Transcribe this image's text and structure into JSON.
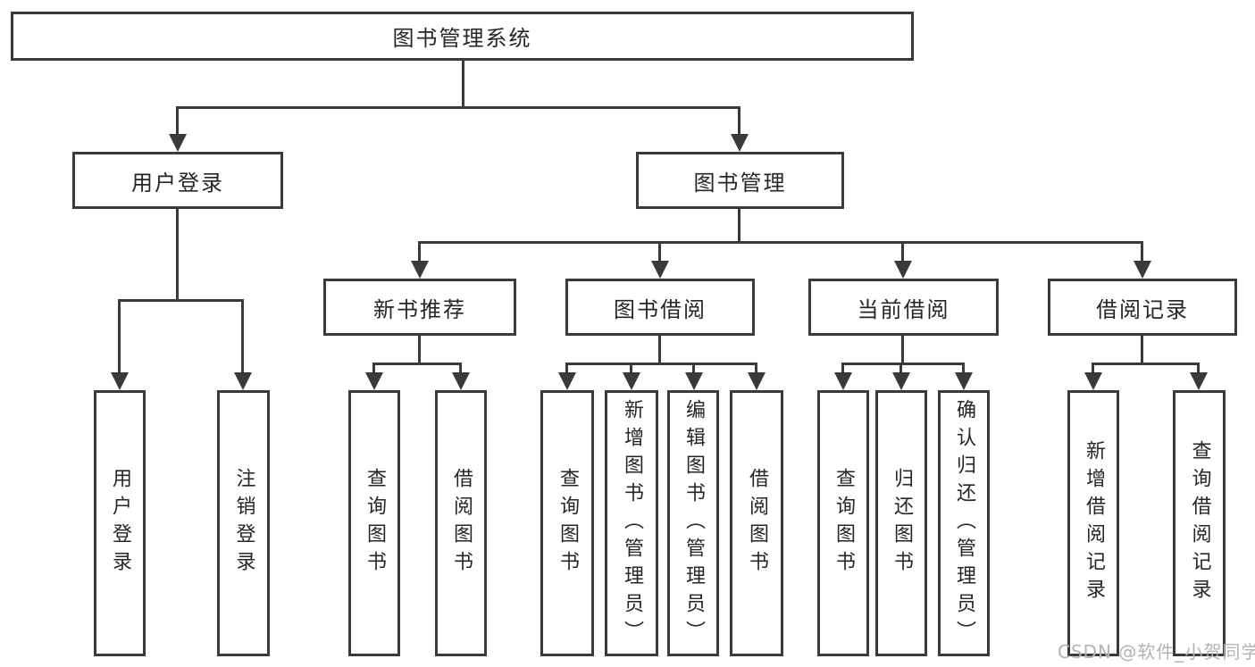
{
  "tree": {
    "label": "图书管理系统",
    "children": [
      {
        "label": "用户登录",
        "children": [
          {
            "label": "用户登录"
          },
          {
            "label": "注销登录"
          }
        ]
      },
      {
        "label": "图书管理",
        "children": [
          {
            "label": "新书推荐",
            "children": [
              {
                "label": "查询图书"
              },
              {
                "label": "借阅图书"
              }
            ]
          },
          {
            "label": "图书借阅",
            "children": [
              {
                "label": "查询图书"
              },
              {
                "label": "新增图书（管理员）"
              },
              {
                "label": "编辑图书（管理员）"
              },
              {
                "label": "借阅图书"
              }
            ]
          },
          {
            "label": "当前借阅",
            "children": [
              {
                "label": "查询图书"
              },
              {
                "label": "归还图书"
              },
              {
                "label": "确认归还（管理员）"
              }
            ]
          },
          {
            "label": "借阅记录",
            "children": [
              {
                "label": "新增借阅记录"
              },
              {
                "label": "查询借阅记录"
              }
            ]
          }
        ]
      }
    ]
  },
  "watermark": "CSDN @软件_小贺同学",
  "colors": {
    "line": "#3a3a3a",
    "text": "#262626",
    "watermark": "#b3b3b3",
    "background": "#ffffff"
  }
}
